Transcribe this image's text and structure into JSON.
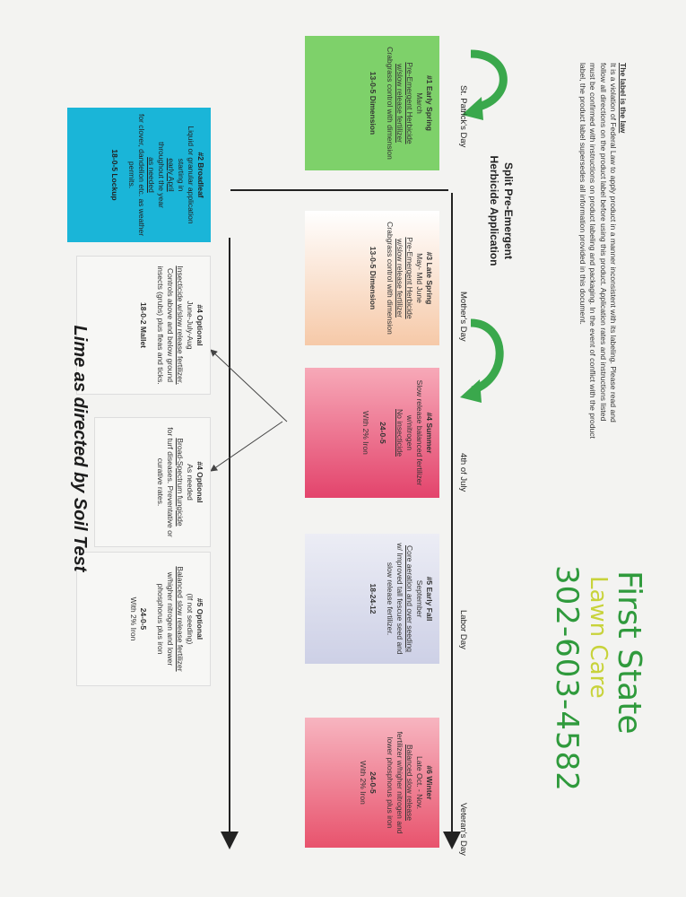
{
  "law": {
    "title": "The label is the law",
    "text": "It is a violation of Federal Law to apply product in a manner inconsistent with its labeling. Please read and follow all directions on the product label before using this product. Application rates and instructions listed must be confirmed with instructions on product labeling and packaging. In the event of conflict with the product label, the product label supersedes all information provided in this document."
  },
  "brand": {
    "line1": "First State",
    "line2": "Lawn Care",
    "phone": "302-603-4582",
    "colors": {
      "line1": "#2f9a3c",
      "line2": "#c8d33a",
      "phone": "#2f9a3c"
    }
  },
  "title": {
    "line1": "Split Pre-Emergent",
    "line2": "Herbicide Application"
  },
  "timeline": {
    "events": [
      "St. Patrick's Day",
      "Mother's Day",
      "4th of July",
      "Labor Day",
      "Veteran's Day"
    ]
  },
  "boxes": {
    "b1": {
      "title": "#1 Early Spring",
      "sub": "March",
      "l1": "Pre-Emergent Herbicide",
      "l2": "w/slow release fertilizer",
      "l3": "Crabgrass control with dimension",
      "formula": "13-0-5 Dimension",
      "color": "#7ed16a"
    },
    "b2": {
      "title": "#2 Broadleaf",
      "l1": "Liquid or granular application starting in",
      "u1": "early April",
      "l2": "throughout the year",
      "u2": "as needed",
      "l3": "for clover, dandelion etc. as weather permits.",
      "formula": "18-0-5 Lockup",
      "color": "#1ab5d8"
    },
    "b3": {
      "title": "#3 Late Spring",
      "sub": "May- Mid June",
      "l1": "Pre-Emergent Herbicide",
      "l2": "w/slow release fertilizer",
      "l3": "Crabgrass control with dimension",
      "formula": "13-0-5 Dimension",
      "color": "#f6c9a8"
    },
    "b4a": {
      "title": "#4 Optional",
      "sub": "June-July-Aug",
      "l1": "Insecticide w/slow release fertilizer.",
      "l2": "Controls above and below ground insects (grubs) plus fleas and ticks.",
      "formula": "18-0-2 Mallet"
    },
    "b4": {
      "title": "#4 Summer",
      "l1": "Slow release balanced fertilizer w/nitrogen",
      "l2": "No insecticide",
      "formula": "24-0-5",
      "extra": "With 2% Iron",
      "color": "#e3446c"
    },
    "b4b": {
      "title": "#4 Optional",
      "sub": "As needed",
      "l1": "Broad-Spectrum fungicide",
      "l2": "for turf diseases. Preventative or curative rates."
    },
    "b5": {
      "title": "#5 Early Fall",
      "sub": "September",
      "l1": "Core aeration and over seeding",
      "l2": "w/ Improved tall fescue seed and slow release fertilizer.",
      "formula": "18-24-12",
      "color": "#d9dced"
    },
    "b5o": {
      "title": "#5 Optional",
      "sub": "(If not seeding)",
      "l1": "Balanced slow release fertilizer",
      "l2": "w/higher nitrogen and lower phosphorus plus iron",
      "formula": "24-0-5",
      "extra": "With 2% Iron"
    },
    "b6": {
      "title": "#6 Winter",
      "sub": "Late Oct. - Nov.",
      "l1": "Balanced slow release",
      "l2": "fertilizer w/higher nitrogen and lower phosphorus plus iron",
      "formula": "24-0-5",
      "extra": "With 2% Iron",
      "color": "#e8536d"
    }
  },
  "footer": "Lime as directed by Soil Test"
}
